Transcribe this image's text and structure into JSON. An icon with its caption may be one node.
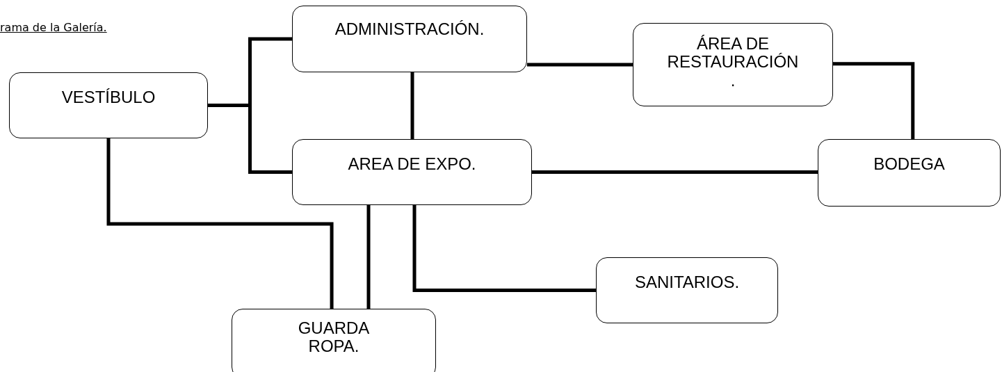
{
  "diagram": {
    "title": "rama de la Galería.",
    "nodes": [
      {
        "text": [
          "VESTÍBULO"
        ]
      },
      {
        "text": [
          "ADMINISTRACIÓN."
        ]
      },
      {
        "text": [
          "ÁREA DE RESTAURACIÓN ."
        ]
      },
      {
        "text": [
          "AREA DE EXPO."
        ]
      },
      {
        "text": [
          "BODEGA"
        ]
      },
      {
        "text": [
          "SANITARIOS."
        ]
      },
      {
        "text": [
          "GUARDA ROPA."
        ]
      }
    ],
    "edges": [
      {
        "from": 0,
        "to": 1,
        "arrow": "none"
      },
      {
        "from": 0,
        "to": 3,
        "arrow": "none"
      },
      {
        "from": 1,
        "to": 2,
        "arrow": "none"
      },
      {
        "from": 2,
        "to": 4,
        "arrow": "none"
      },
      {
        "from": 1,
        "to": 3,
        "arrow": "none"
      },
      {
        "from": 3,
        "to": 4,
        "arrow": "none"
      },
      {
        "from": 0,
        "to": 6,
        "arrow": "none"
      },
      {
        "from": 3,
        "to": 6,
        "arrow": "none"
      },
      {
        "from": 3,
        "to": 5,
        "arrow": "none"
      }
    ]
  }
}
